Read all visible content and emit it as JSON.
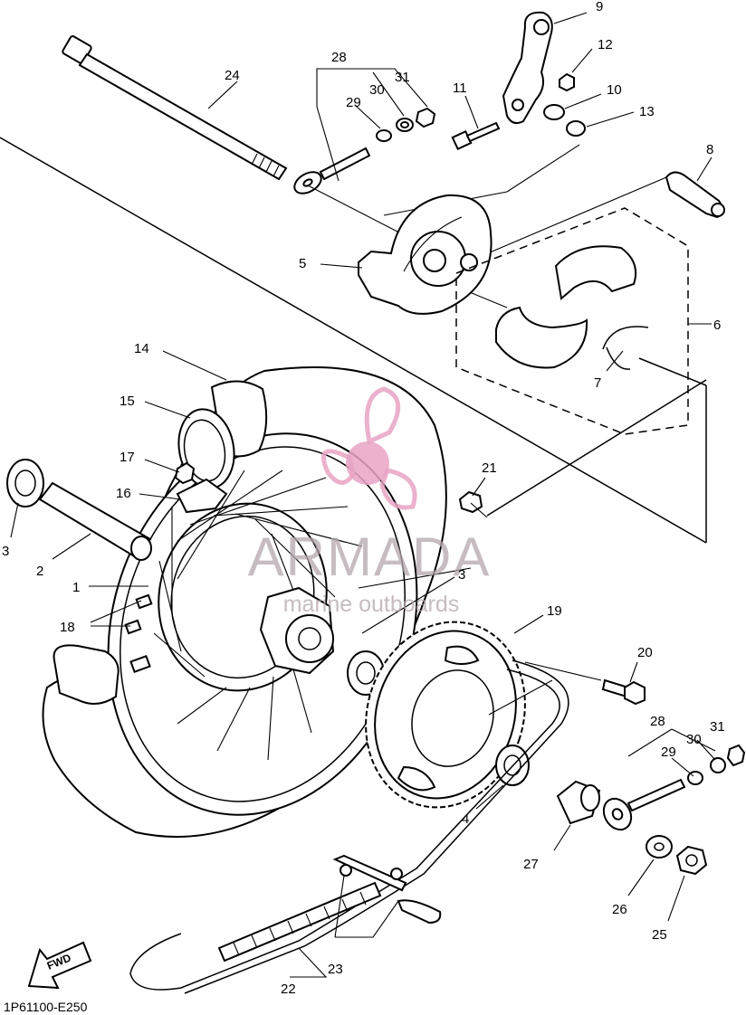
{
  "diagram": {
    "drawing_code": "1P61100-E250",
    "fwd_label": "FWD",
    "callouts": [
      {
        "id": "c9",
        "label": "9"
      },
      {
        "id": "c12",
        "label": "12"
      },
      {
        "id": "c10",
        "label": "10"
      },
      {
        "id": "c13",
        "label": "13"
      },
      {
        "id": "c11",
        "label": "11"
      },
      {
        "id": "c28a",
        "label": "28"
      },
      {
        "id": "c31a",
        "label": "31"
      },
      {
        "id": "c30a",
        "label": "30"
      },
      {
        "id": "c29a",
        "label": "29"
      },
      {
        "id": "c24",
        "label": "24"
      },
      {
        "id": "c8",
        "label": "8"
      },
      {
        "id": "c5",
        "label": "5"
      },
      {
        "id": "c6",
        "label": "6"
      },
      {
        "id": "c7",
        "label": "7"
      },
      {
        "id": "c14",
        "label": "14"
      },
      {
        "id": "c15",
        "label": "15"
      },
      {
        "id": "c17",
        "label": "17"
      },
      {
        "id": "c16",
        "label": "16"
      },
      {
        "id": "c21",
        "label": "21"
      },
      {
        "id": "c3a",
        "label": "3"
      },
      {
        "id": "c2",
        "label": "2"
      },
      {
        "id": "c1",
        "label": "1"
      },
      {
        "id": "c3b",
        "label": "3"
      },
      {
        "id": "c18",
        "label": "18"
      },
      {
        "id": "c19",
        "label": "19"
      },
      {
        "id": "c20",
        "label": "20"
      },
      {
        "id": "c28b",
        "label": "28"
      },
      {
        "id": "c31b",
        "label": "31"
      },
      {
        "id": "c30b",
        "label": "30"
      },
      {
        "id": "c29b",
        "label": "29"
      },
      {
        "id": "c4",
        "label": "4"
      },
      {
        "id": "c27",
        "label": "27"
      },
      {
        "id": "c26",
        "label": "26"
      },
      {
        "id": "c25",
        "label": "25"
      },
      {
        "id": "c23",
        "label": "23"
      },
      {
        "id": "c22",
        "label": "22"
      }
    ]
  },
  "watermark": {
    "brand": "ARMADA",
    "tagline": "marine outboards",
    "accent_color": "#e8a3c4",
    "text_color": "#b3a6ad"
  }
}
